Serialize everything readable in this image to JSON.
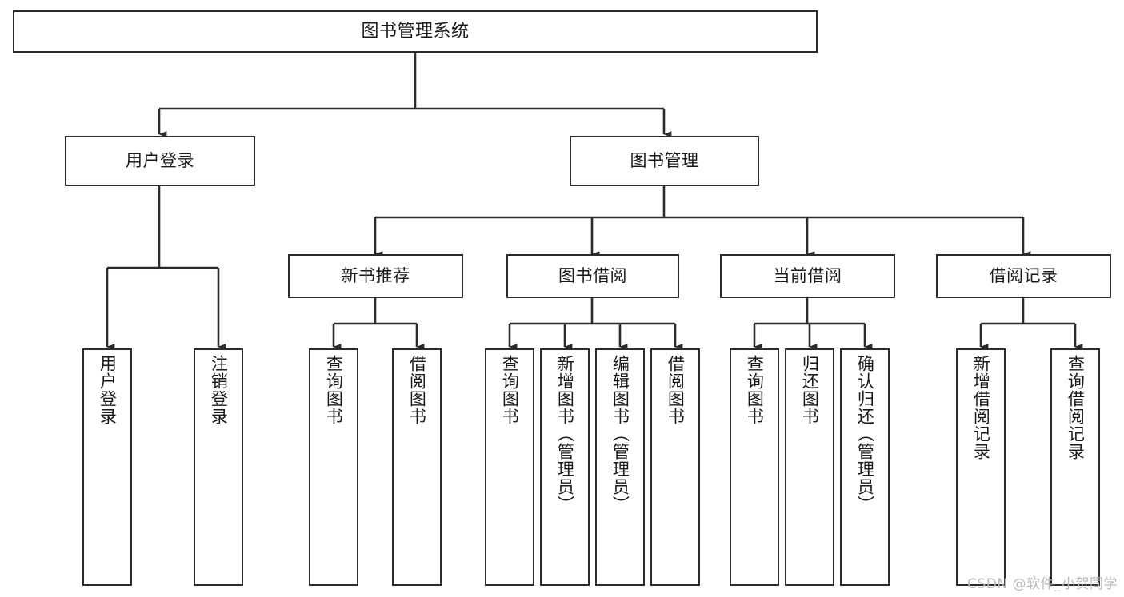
{
  "diagram": {
    "title": "图书管理系统",
    "type": "function-structure-tree",
    "watermark": "CSDN @软件_小贺同学",
    "colors": {
      "node_border": "#2b2b2b",
      "node_fill": "#ffffff",
      "edge": "#2b2b2b",
      "text": "#1a1a1a",
      "background": "#ffffff",
      "watermark": "#b9b9b9"
    },
    "levels": {
      "root": {
        "label": "图书管理系统"
      },
      "level2": [
        {
          "id": "user-login",
          "label": "用户登录"
        },
        {
          "id": "book-manage",
          "label": "图书管理"
        }
      ],
      "level3": [
        {
          "id": "new-book-recommend",
          "label": "新书推荐",
          "parent": "book-manage"
        },
        {
          "id": "book-borrow",
          "label": "图书借阅",
          "parent": "book-manage"
        },
        {
          "id": "current-borrow",
          "label": "当前借阅",
          "parent": "book-manage"
        },
        {
          "id": "borrow-record",
          "label": "借阅记录",
          "parent": "book-manage"
        }
      ],
      "leaves": [
        {
          "id": "leaf-user-login",
          "label": "用户登录",
          "parent": "user-login"
        },
        {
          "id": "leaf-logout",
          "label": "注销登录",
          "parent": "user-login"
        },
        {
          "id": "leaf-query-book-1",
          "label": "查询图书",
          "parent": "new-book-recommend"
        },
        {
          "id": "leaf-borrow-book-1",
          "label": "借阅图书",
          "parent": "new-book-recommend"
        },
        {
          "id": "leaf-query-book-2",
          "label": "查询图书",
          "parent": "book-borrow"
        },
        {
          "id": "leaf-add-book",
          "label": "新增图书（管理员）",
          "parent": "book-borrow"
        },
        {
          "id": "leaf-edit-book",
          "label": "编辑图书（管理员）",
          "parent": "book-borrow"
        },
        {
          "id": "leaf-borrow-book-2",
          "label": "借阅图书",
          "parent": "book-borrow"
        },
        {
          "id": "leaf-query-book-3",
          "label": "查询图书",
          "parent": "current-borrow"
        },
        {
          "id": "leaf-return-book",
          "label": "归还图书",
          "parent": "current-borrow"
        },
        {
          "id": "leaf-confirm-return",
          "label": "确认归还（管理员）",
          "parent": "current-borrow"
        },
        {
          "id": "leaf-add-record",
          "label": "新增借阅记录",
          "parent": "borrow-record"
        },
        {
          "id": "leaf-query-record",
          "label": "查询借阅记录",
          "parent": "borrow-record"
        }
      ]
    }
  }
}
